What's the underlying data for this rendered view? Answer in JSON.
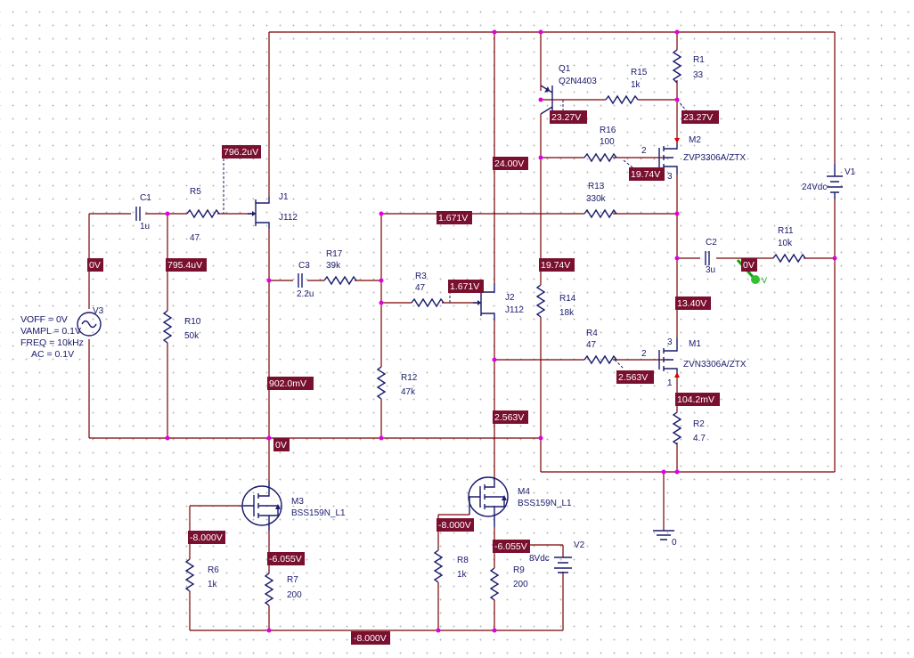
{
  "parts": {
    "C1": {
      "ref": "C1",
      "value": "1u"
    },
    "R5": {
      "ref": "R5",
      "value": "47"
    },
    "J1": {
      "ref": "J1",
      "value": "J112"
    },
    "R10": {
      "ref": "R10",
      "value": "50k"
    },
    "C3": {
      "ref": "C3",
      "value": "2.2u"
    },
    "R17": {
      "ref": "R17",
      "value": "39k"
    },
    "R3": {
      "ref": "R3",
      "value": "47"
    },
    "R12": {
      "ref": "R12",
      "value": "47k"
    },
    "J2": {
      "ref": "J2",
      "value": "J112"
    },
    "Q1": {
      "ref": "Q1",
      "value": "Q2N4403"
    },
    "R15": {
      "ref": "R15",
      "value": "1k"
    },
    "R1": {
      "ref": "R1",
      "value": "33"
    },
    "R16": {
      "ref": "R16",
      "value": "100"
    },
    "M2": {
      "ref": "M2",
      "value": "ZVP3306A/ZTX"
    },
    "R13": {
      "ref": "R13",
      "value": "330k"
    },
    "V1": {
      "ref": "V1",
      "value": "24Vdc"
    },
    "C2": {
      "ref": "C2",
      "value": "3u"
    },
    "R11": {
      "ref": "R11",
      "value": "10k"
    },
    "R14": {
      "ref": "R14",
      "value": "18k"
    },
    "R4": {
      "ref": "R4",
      "value": "47"
    },
    "M1": {
      "ref": "M1",
      "value": "ZVN3306A/ZTX"
    },
    "R2": {
      "ref": "R2",
      "value": "4.7"
    },
    "M3": {
      "ref": "M3",
      "value": "BSS159N_L1"
    },
    "M4": {
      "ref": "M4",
      "value": "BSS159N_L1"
    },
    "R6": {
      "ref": "R6",
      "value": "1k"
    },
    "R7": {
      "ref": "R7",
      "value": "200"
    },
    "R8": {
      "ref": "R8",
      "value": "1k"
    },
    "R9": {
      "ref": "R9",
      "value": "200"
    },
    "V2": {
      "ref": "V2",
      "value": "8Vdc"
    },
    "V3": {
      "ref": "V3",
      "voff": "VOFF = 0V",
      "vampl": "VAMPL = 0.1V",
      "freq": "FREQ = 10kHz",
      "ac": "AC = 0.1V"
    },
    "ground": {
      "value": "0"
    }
  },
  "pins": {
    "m2_gate": "2",
    "m2_src": "3",
    "m1_gate": "2",
    "m1_drain": "3",
    "m1_src": "1"
  },
  "voltages": {
    "j1_gate": "796.2uV",
    "c1_node": "0V",
    "r10_node": "795.4uV",
    "j1_source": "902.0mV",
    "gnd_rail": "0V",
    "m3_gate": "-8.000V",
    "m3_source": "-6.055V",
    "neg_rail": "-8.000V",
    "m4_gate": "-8.000V",
    "m4_source": "-6.055V",
    "feedback": "1.671V",
    "j2_gate": "1.671V",
    "j2_drain": "24.00V",
    "j2_source": "2.563V",
    "q1_base": "23.27V",
    "r1_node": "23.27V",
    "m2_gate": "19.74V",
    "q1_collector": "19.74V",
    "output_mid": "13.40V",
    "c2_node": "0V",
    "m1_gate": "2.563V",
    "m1_source": "104.2mV"
  }
}
